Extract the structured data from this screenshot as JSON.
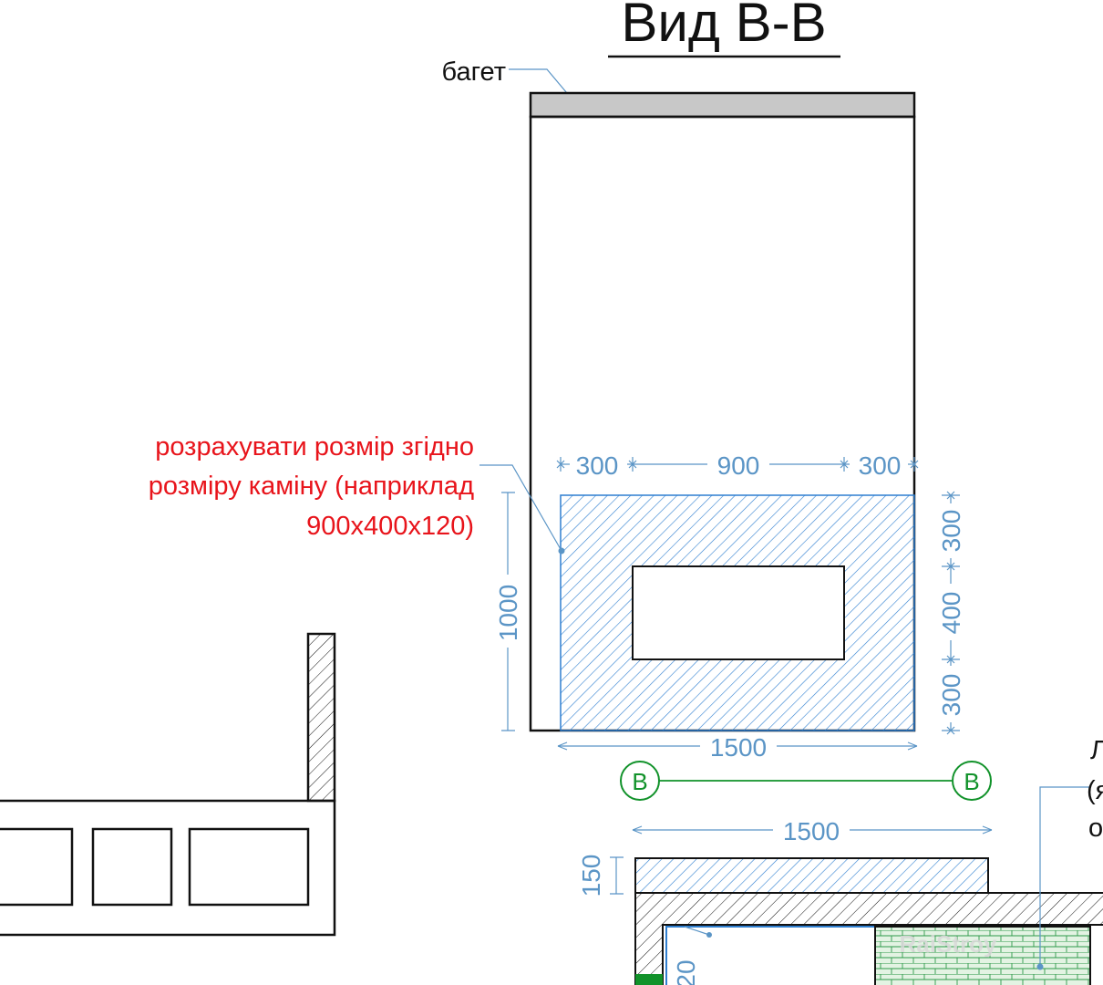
{
  "view": {
    "title": "Вид В-В",
    "baguette_label": "багет"
  },
  "note": {
    "line1": "розрахувати розмір згідно",
    "line2": "розміру каміну (наприклад",
    "line3": "900x400x120)"
  },
  "dimensions": {
    "top_left": "300",
    "top_center": "900",
    "top_right": "300",
    "right_top": "300",
    "right_middle": "400",
    "right_bottom": "300",
    "left_height": "1000",
    "bottom_width": "1500",
    "plan_width": "1500",
    "plan_depth": "150",
    "plan_partial": "20"
  },
  "section_markers": {
    "left": "В",
    "right": "В"
  },
  "cropped_note": {
    "line1": "Л",
    "line2": "(я",
    "line3": "о"
  },
  "watermark": {
    "text": "RaiStroy"
  },
  "colors": {
    "line": "#111111",
    "dimension": "#5b95c6",
    "hatch": "#2f7fd0",
    "note": "#e8141b",
    "axis": "#11922a",
    "baguette_fill": "#c8c8c8",
    "tile_fill": "#dff2df"
  }
}
